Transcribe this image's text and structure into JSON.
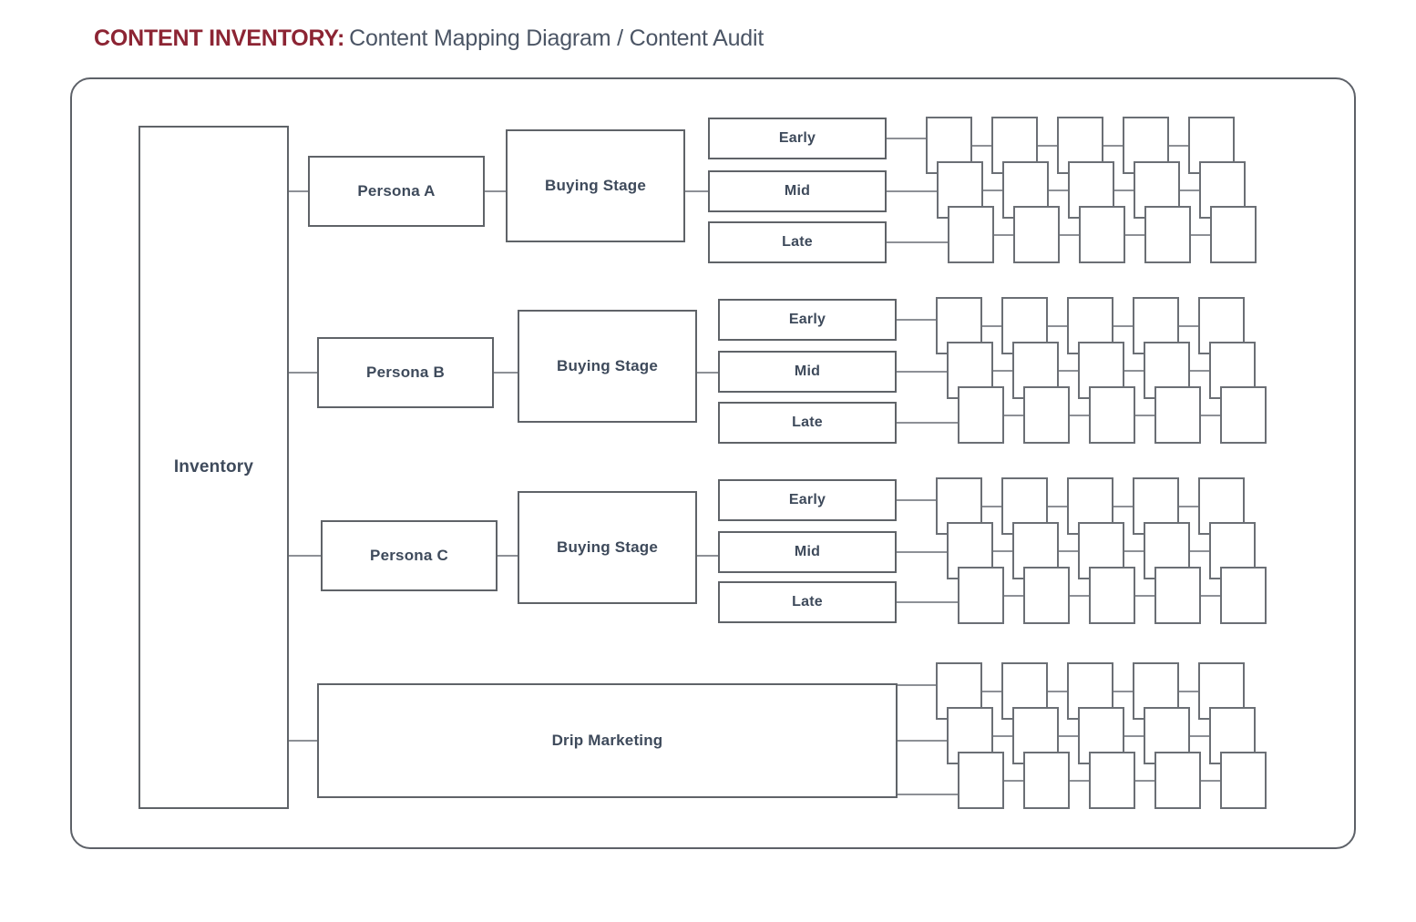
{
  "title": {
    "strong": "CONTENT INVENTORY:",
    "rest": "Content Mapping Diagram / Content Audit",
    "strong_color": "#8c2433",
    "rest_color": "#4b5565"
  },
  "colors": {
    "background": "#ffffff",
    "box_border": "#5f6368",
    "small_box_border": "#6b6f75",
    "frame_border": "#5d6168",
    "connector": "#8d9096",
    "label_text": "#3e4a5b"
  },
  "root": {
    "label": "Inventory"
  },
  "branches": [
    {
      "id": "persona-a",
      "persona_label": "Persona A",
      "stage_group_label": "Buying Stage",
      "stages": [
        {
          "label": "Early",
          "items": 5
        },
        {
          "label": "Mid",
          "items": 5
        },
        {
          "label": "Late",
          "items": 5
        }
      ]
    },
    {
      "id": "persona-b",
      "persona_label": "Persona B",
      "stage_group_label": "Buying Stage",
      "stages": [
        {
          "label": "Early",
          "items": 5
        },
        {
          "label": "Mid",
          "items": 5
        },
        {
          "label": "Late",
          "items": 5
        }
      ]
    },
    {
      "id": "persona-c",
      "persona_label": "Persona C",
      "stage_group_label": "Buying Stage",
      "stages": [
        {
          "label": "Early",
          "items": 5
        },
        {
          "label": "Mid",
          "items": 5
        },
        {
          "label": "Late",
          "items": 5
        }
      ]
    },
    {
      "id": "drip-marketing",
      "persona_label": "Drip Marketing",
      "stage_group_label": "",
      "stages": [
        {
          "label": "",
          "items": 5
        },
        {
          "label": "",
          "items": 5
        },
        {
          "label": "",
          "items": 5
        }
      ]
    }
  ]
}
